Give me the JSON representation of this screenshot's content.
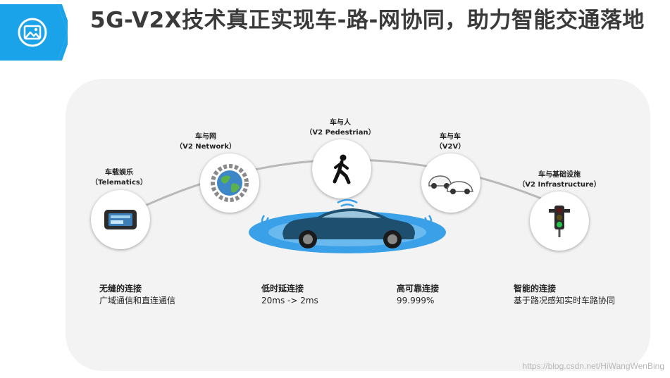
{
  "header": {
    "title": "5G-V2X技术真正实现车-路-网协同，助力智能交通落地",
    "accent_color": "#1aa3e8",
    "icon": "image-icon"
  },
  "nodes": [
    {
      "id": "telematics",
      "cn": "车载娱乐",
      "en": "（Telematics）",
      "icon": "car-display-icon"
    },
    {
      "id": "network",
      "cn": "车与网",
      "en": "（V2 Network）",
      "icon": "globe-gear-icon"
    },
    {
      "id": "pedestrian",
      "cn": "车与人",
      "en": "（V2 Pedestrian）",
      "icon": "walking-person-icon"
    },
    {
      "id": "v2v",
      "cn": "车与车",
      "en": "（V2V）",
      "icon": "two-cars-icon"
    },
    {
      "id": "infrastructure",
      "cn": "车与基础设施",
      "en": "（V2 Infrastructure）",
      "icon": "traffic-light-icon"
    }
  ],
  "center": {
    "icon": "connected-car-icon",
    "glow_color": "#3aa0e8"
  },
  "features": [
    {
      "head": "无缝的连接",
      "desc": "广域通信和直连通信"
    },
    {
      "head": "低时延连接",
      "desc": "20ms -> 2ms"
    },
    {
      "head": "高可靠连接",
      "desc": "99.999%"
    },
    {
      "head": "智能的连接",
      "desc": "基于路况感知实时车路协同"
    }
  ],
  "watermark": "https://blog.csdn.net/HiWangWenBing"
}
